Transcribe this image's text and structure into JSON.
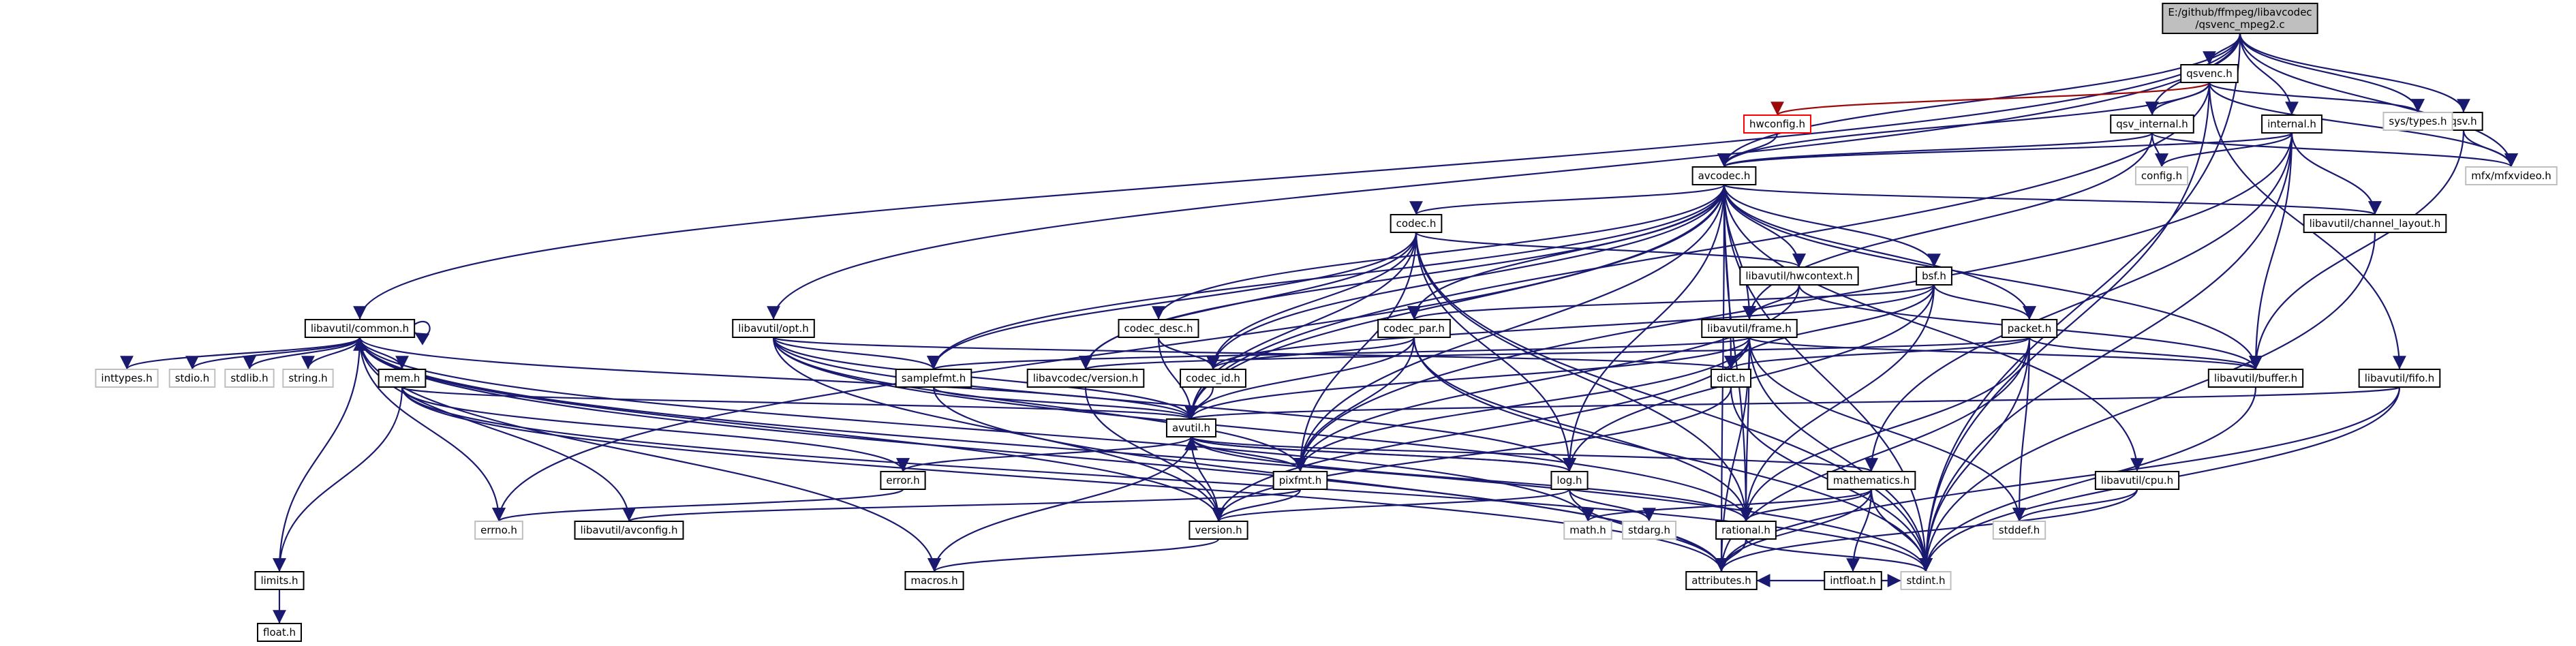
{
  "graph": {
    "root": "root",
    "nodes": [
      {
        "id": "root",
        "lines": [
          "E:/github/ffmpeg/libavcodec",
          "/qsvenc_mpeg2.c"
        ],
        "kind": "root"
      },
      {
        "id": "qsvenc",
        "lines": [
          "qsvenc.h"
        ],
        "kind": "normal"
      },
      {
        "id": "qsv",
        "lines": [
          "qsv.h"
        ],
        "kind": "normal"
      },
      {
        "id": "internal",
        "lines": [
          "internal.h"
        ],
        "kind": "normal"
      },
      {
        "id": "qsv_internal",
        "lines": [
          "qsv_internal.h"
        ],
        "kind": "normal"
      },
      {
        "id": "hwconfig",
        "lines": [
          "hwconfig.h"
        ],
        "kind": "missing"
      },
      {
        "id": "systypes",
        "lines": [
          "sys/types.h"
        ],
        "kind": "ext"
      },
      {
        "id": "mfxvideo",
        "lines": [
          "mfx/mfxvideo.h"
        ],
        "kind": "ext"
      },
      {
        "id": "config",
        "lines": [
          "config.h"
        ],
        "kind": "ext"
      },
      {
        "id": "avcodec",
        "lines": [
          "avcodec.h"
        ],
        "kind": "normal"
      },
      {
        "id": "channel_layout",
        "lines": [
          "libavutil/channel_layout.h"
        ],
        "kind": "normal"
      },
      {
        "id": "codec",
        "lines": [
          "codec.h"
        ],
        "kind": "normal"
      },
      {
        "id": "hwcontext",
        "lines": [
          "libavutil/hwcontext.h"
        ],
        "kind": "normal"
      },
      {
        "id": "bsf",
        "lines": [
          "bsf.h"
        ],
        "kind": "normal"
      },
      {
        "id": "common",
        "lines": [
          "libavutil/common.h"
        ],
        "kind": "normal"
      },
      {
        "id": "opt",
        "lines": [
          "libavutil/opt.h"
        ],
        "kind": "normal"
      },
      {
        "id": "codec_desc",
        "lines": [
          "codec_desc.h"
        ],
        "kind": "normal"
      },
      {
        "id": "codec_par",
        "lines": [
          "codec_par.h"
        ],
        "kind": "normal"
      },
      {
        "id": "frame",
        "lines": [
          "libavutil/frame.h"
        ],
        "kind": "normal"
      },
      {
        "id": "packet",
        "lines": [
          "packet.h"
        ],
        "kind": "normal"
      },
      {
        "id": "fifo",
        "lines": [
          "libavutil/fifo.h"
        ],
        "kind": "normal"
      },
      {
        "id": "inttypes",
        "lines": [
          "inttypes.h"
        ],
        "kind": "ext"
      },
      {
        "id": "stdio",
        "lines": [
          "stdio.h"
        ],
        "kind": "ext"
      },
      {
        "id": "stdlib",
        "lines": [
          "stdlib.h"
        ],
        "kind": "ext"
      },
      {
        "id": "string",
        "lines": [
          "string.h"
        ],
        "kind": "ext"
      },
      {
        "id": "mem",
        "lines": [
          "mem.h"
        ],
        "kind": "normal"
      },
      {
        "id": "samplefmt",
        "lines": [
          "samplefmt.h"
        ],
        "kind": "normal"
      },
      {
        "id": "avcversion",
        "lines": [
          "libavcodec/version.h"
        ],
        "kind": "normal"
      },
      {
        "id": "codec_id",
        "lines": [
          "codec_id.h"
        ],
        "kind": "normal"
      },
      {
        "id": "dict",
        "lines": [
          "dict.h"
        ],
        "kind": "normal"
      },
      {
        "id": "buffer",
        "lines": [
          "libavutil/buffer.h"
        ],
        "kind": "normal"
      },
      {
        "id": "avutil",
        "lines": [
          "avutil.h"
        ],
        "kind": "normal"
      },
      {
        "id": "error",
        "lines": [
          "error.h"
        ],
        "kind": "normal"
      },
      {
        "id": "pixfmt",
        "lines": [
          "pixfmt.h"
        ],
        "kind": "normal"
      },
      {
        "id": "log",
        "lines": [
          "log.h"
        ],
        "kind": "normal"
      },
      {
        "id": "mathematics",
        "lines": [
          "mathematics.h"
        ],
        "kind": "normal"
      },
      {
        "id": "cpu",
        "lines": [
          "libavutil/cpu.h"
        ],
        "kind": "normal"
      },
      {
        "id": "errno",
        "lines": [
          "errno.h"
        ],
        "kind": "ext"
      },
      {
        "id": "avconfig",
        "lines": [
          "libavutil/avconfig.h"
        ],
        "kind": "normal"
      },
      {
        "id": "version",
        "lines": [
          "version.h"
        ],
        "kind": "normal"
      },
      {
        "id": "math",
        "lines": [
          "math.h"
        ],
        "kind": "ext"
      },
      {
        "id": "stdarg",
        "lines": [
          "stdarg.h"
        ],
        "kind": "ext"
      },
      {
        "id": "rational",
        "lines": [
          "rational.h"
        ],
        "kind": "normal"
      },
      {
        "id": "intfloat",
        "lines": [
          "intfloat.h"
        ],
        "kind": "normal"
      },
      {
        "id": "stddef",
        "lines": [
          "stddef.h"
        ],
        "kind": "ext"
      },
      {
        "id": "limits",
        "lines": [
          "limits.h"
        ],
        "kind": "normal"
      },
      {
        "id": "macros",
        "lines": [
          "macros.h"
        ],
        "kind": "normal"
      },
      {
        "id": "attributes",
        "lines": [
          "attributes.h"
        ],
        "kind": "normal"
      },
      {
        "id": "stdint",
        "lines": [
          "stdint.h"
        ],
        "kind": "ext"
      },
      {
        "id": "float",
        "lines": [
          "float.h"
        ],
        "kind": "normal"
      }
    ],
    "edges": [
      [
        "root",
        "qsvenc"
      ],
      [
        "root",
        "qsv"
      ],
      [
        "root",
        "internal"
      ],
      [
        "root",
        "qsv_internal"
      ],
      [
        "root",
        "avcodec"
      ],
      [
        "root",
        "common"
      ],
      [
        "root",
        "opt"
      ],
      [
        "root",
        "systypes"
      ],
      [
        "root",
        "mfxvideo"
      ],
      [
        "root",
        "stdint"
      ],
      [
        "qsvenc",
        "hwconfig",
        "red"
      ],
      [
        "qsvenc",
        "qsv_internal"
      ],
      [
        "qsvenc",
        "avcodec"
      ],
      [
        "qsvenc",
        "systypes"
      ],
      [
        "qsvenc",
        "mfxvideo"
      ],
      [
        "qsvenc",
        "fifo"
      ],
      [
        "qsvenc",
        "avutil"
      ],
      [
        "qsvenc",
        "stdint"
      ],
      [
        "qsv",
        "mfxvideo"
      ],
      [
        "qsv",
        "buffer"
      ],
      [
        "internal",
        "config"
      ],
      [
        "internal",
        "avcodec"
      ],
      [
        "internal",
        "channel_layout"
      ],
      [
        "internal",
        "buffer"
      ],
      [
        "internal",
        "mathematics"
      ],
      [
        "internal",
        "pixfmt"
      ],
      [
        "internal",
        "stdint"
      ],
      [
        "qsv_internal",
        "config"
      ],
      [
        "qsv_internal",
        "mfxvideo"
      ],
      [
        "qsv_internal",
        "avcodec"
      ],
      [
        "qsv_internal",
        "frame"
      ],
      [
        "hwconfig",
        "avcodec"
      ],
      [
        "avcodec",
        "channel_layout"
      ],
      [
        "avcodec",
        "codec"
      ],
      [
        "avcodec",
        "hwcontext"
      ],
      [
        "avcodec",
        "bsf"
      ],
      [
        "avcodec",
        "codec_desc"
      ],
      [
        "avcodec",
        "codec_par"
      ],
      [
        "avcodec",
        "frame"
      ],
      [
        "avcodec",
        "packet"
      ],
      [
        "avcodec",
        "samplefmt"
      ],
      [
        "avcodec",
        "avcversion"
      ],
      [
        "avcodec",
        "codec_id"
      ],
      [
        "avcodec",
        "dict"
      ],
      [
        "avcodec",
        "buffer"
      ],
      [
        "avcodec",
        "avutil"
      ],
      [
        "avcodec",
        "log"
      ],
      [
        "avcodec",
        "pixfmt"
      ],
      [
        "avcodec",
        "rational"
      ],
      [
        "avcodec",
        "cpu"
      ],
      [
        "avcodec",
        "errno"
      ],
      [
        "avcodec",
        "attributes"
      ],
      [
        "avcodec",
        "stdint"
      ],
      [
        "channel_layout",
        "stdint"
      ],
      [
        "codec",
        "hwcontext"
      ],
      [
        "codec",
        "samplefmt"
      ],
      [
        "codec",
        "avcversion"
      ],
      [
        "codec",
        "codec_id"
      ],
      [
        "codec",
        "avutil"
      ],
      [
        "codec",
        "log"
      ],
      [
        "codec",
        "pixfmt"
      ],
      [
        "codec",
        "rational"
      ],
      [
        "codec",
        "stdint"
      ],
      [
        "hwcontext",
        "buffer"
      ],
      [
        "hwcontext",
        "frame"
      ],
      [
        "hwcontext",
        "pixfmt"
      ],
      [
        "bsf",
        "codec_par"
      ],
      [
        "bsf",
        "packet"
      ],
      [
        "bsf",
        "codec_id"
      ],
      [
        "bsf",
        "dict"
      ],
      [
        "bsf",
        "log"
      ],
      [
        "bsf",
        "rational"
      ],
      [
        "common",
        "inttypes"
      ],
      [
        "common",
        "stdio"
      ],
      [
        "common",
        "stdlib"
      ],
      [
        "common",
        "string"
      ],
      [
        "common",
        "mem"
      ],
      [
        "common",
        "errno"
      ],
      [
        "common",
        "avconfig"
      ],
      [
        "common",
        "limits"
      ],
      [
        "common",
        "macros"
      ],
      [
        "common",
        "attributes"
      ],
      [
        "common",
        "stdint"
      ],
      [
        "common",
        "version"
      ],
      [
        "common",
        "math"
      ],
      [
        "common",
        "common"
      ],
      [
        "opt",
        "samplefmt"
      ],
      [
        "opt",
        "dict"
      ],
      [
        "opt",
        "avutil"
      ],
      [
        "opt",
        "log"
      ],
      [
        "opt",
        "pixfmt"
      ],
      [
        "opt",
        "rational"
      ],
      [
        "opt",
        "version"
      ],
      [
        "codec_desc",
        "codec_id"
      ],
      [
        "codec_desc",
        "avutil"
      ],
      [
        "codec_par",
        "codec_id"
      ],
      [
        "codec_par",
        "avutil"
      ],
      [
        "codec_par",
        "pixfmt"
      ],
      [
        "codec_par",
        "rational"
      ],
      [
        "codec_par",
        "stdint"
      ],
      [
        "frame",
        "samplefmt"
      ],
      [
        "frame",
        "dict"
      ],
      [
        "frame",
        "buffer"
      ],
      [
        "frame",
        "avutil"
      ],
      [
        "frame",
        "pixfmt"
      ],
      [
        "frame",
        "rational"
      ],
      [
        "frame",
        "version"
      ],
      [
        "frame",
        "stddef"
      ],
      [
        "frame",
        "stdint"
      ],
      [
        "frame",
        "attributes"
      ],
      [
        "packet",
        "buffer"
      ],
      [
        "packet",
        "dict"
      ],
      [
        "packet",
        "rational"
      ],
      [
        "packet",
        "avcversion"
      ],
      [
        "packet",
        "attributes"
      ],
      [
        "packet",
        "stddef"
      ],
      [
        "packet",
        "stdint"
      ],
      [
        "fifo",
        "avutil"
      ],
      [
        "fifo",
        "attributes"
      ],
      [
        "fifo",
        "stdint"
      ],
      [
        "mem",
        "avutil"
      ],
      [
        "mem",
        "error"
      ],
      [
        "mem",
        "limits"
      ],
      [
        "mem",
        "attributes"
      ],
      [
        "mem",
        "stdint"
      ],
      [
        "samplefmt",
        "avutil"
      ],
      [
        "samplefmt",
        "attributes"
      ],
      [
        "avcversion",
        "version"
      ],
      [
        "codec_id",
        "avutil"
      ],
      [
        "dict",
        "version"
      ],
      [
        "dict",
        "stdint"
      ],
      [
        "buffer",
        "stdint"
      ],
      [
        "avutil",
        "common"
      ],
      [
        "avutil",
        "error"
      ],
      [
        "avutil",
        "pixfmt"
      ],
      [
        "avutil",
        "log"
      ],
      [
        "avutil",
        "mathematics"
      ],
      [
        "avutil",
        "rational"
      ],
      [
        "avutil",
        "version"
      ],
      [
        "avutil",
        "macros"
      ],
      [
        "error",
        "errno"
      ],
      [
        "pixfmt",
        "avconfig"
      ],
      [
        "pixfmt",
        "version"
      ],
      [
        "log",
        "avutil"
      ],
      [
        "log",
        "attributes"
      ],
      [
        "log",
        "version"
      ],
      [
        "log",
        "stdarg"
      ],
      [
        "mathematics",
        "rational"
      ],
      [
        "mathematics",
        "intfloat"
      ],
      [
        "mathematics",
        "attributes"
      ],
      [
        "mathematics",
        "math"
      ],
      [
        "mathematics",
        "stdint"
      ],
      [
        "cpu",
        "attributes"
      ],
      [
        "cpu",
        "stddef"
      ],
      [
        "version",
        "macros"
      ],
      [
        "rational",
        "attributes"
      ],
      [
        "rational",
        "stdint"
      ],
      [
        "intfloat",
        "attributes"
      ],
      [
        "intfloat",
        "stdint"
      ],
      [
        "limits",
        "float"
      ]
    ]
  }
}
